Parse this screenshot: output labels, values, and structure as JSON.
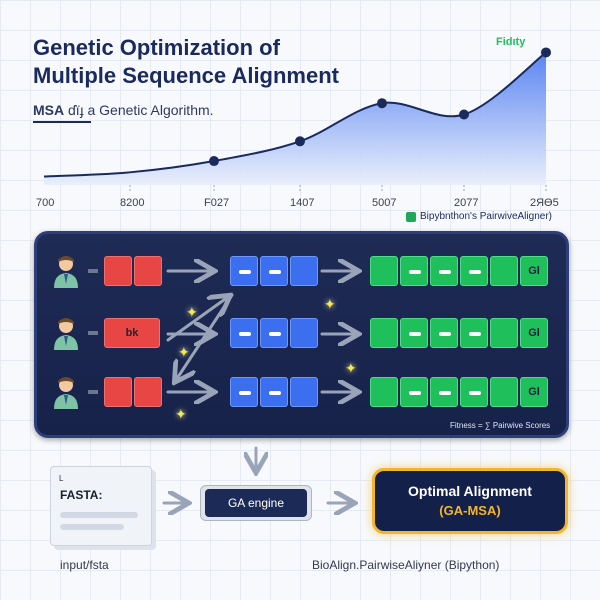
{
  "header": {
    "title_line1": "Genetic Optimization of",
    "title_line2": "Multiple Sequence Alignment",
    "subtitle_msa": "MSA",
    "subtitle_rest": "ɗїɟ a Genetic Algorithm."
  },
  "chart_data": {
    "type": "area",
    "series_label": "Fidıty",
    "x_ticks": [
      "700",
      "8200",
      "F027",
      "1407",
      "5007",
      "2077",
      "2ЯӨ5"
    ],
    "values": [
      0.06,
      0.09,
      0.17,
      0.31,
      0.58,
      0.5,
      0.94
    ],
    "ylim": [
      0,
      1
    ],
    "grid": true,
    "note": "Bipybnthon's PairwiveAligner)",
    "colors": {
      "line": "#1a2a5c",
      "fill_top": "#4a78f0",
      "fill_bottom": "#e8eefb",
      "dot": "#1a2a5c"
    }
  },
  "panel": {
    "rows": [
      {
        "red": [
          "",
          ""
        ],
        "blue": 3,
        "green_label": "Gl"
      },
      {
        "red": [
          "bk"
        ],
        "blue": 3,
        "green_label": "Gl"
      },
      {
        "red": [
          "",
          ""
        ],
        "blue": 3,
        "green_label": "Gl"
      }
    ],
    "fitness_note": "Fitness = ∑ Pairwive Scores",
    "colors": {
      "red": "#e84545",
      "blue": "#3b6ff0",
      "green": "#1fbf5c",
      "panel": "#1e2b55"
    }
  },
  "flow": {
    "fasta_corner": "L",
    "fasta_title": "FASTA:",
    "input_label": "input/fsta",
    "ga_engine": "GA engine",
    "optimal_title": "Optimal Alignment",
    "optimal_sub": "(GA-MSA)",
    "bio_label": "BioAlign.PairwiseAliyner (Bipython)",
    "colors": {
      "gold": "#f2b52c",
      "navy": "#13204a"
    }
  }
}
